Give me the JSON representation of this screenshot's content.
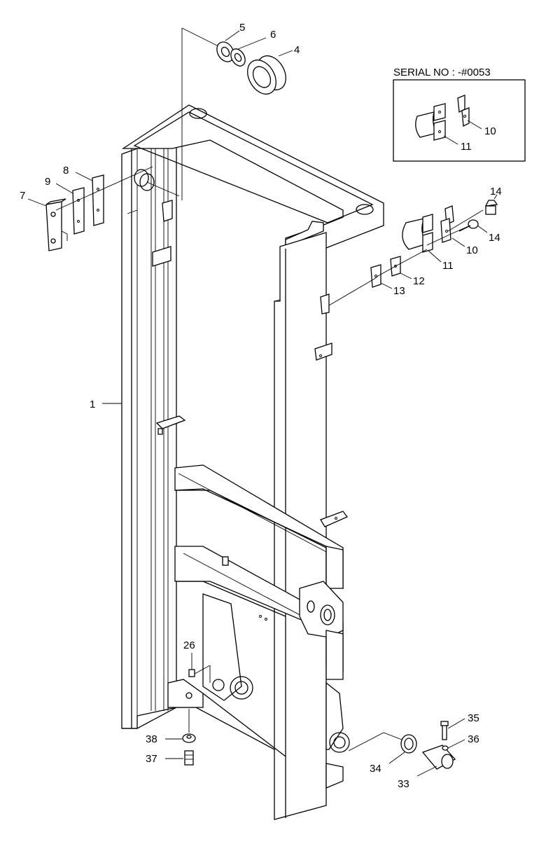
{
  "serial_box": {
    "label": "SERIAL NO : -#0053"
  },
  "callouts": [
    {
      "id": "c1",
      "text": "1"
    },
    {
      "id": "c4",
      "text": "4"
    },
    {
      "id": "c5",
      "text": "5"
    },
    {
      "id": "c6",
      "text": "6"
    },
    {
      "id": "c7",
      "text": "7"
    },
    {
      "id": "c8",
      "text": "8"
    },
    {
      "id": "c9",
      "text": "9"
    },
    {
      "id": "c10a",
      "text": "10"
    },
    {
      "id": "c11a",
      "text": "11"
    },
    {
      "id": "c10b",
      "text": "10"
    },
    {
      "id": "c11b",
      "text": "11"
    },
    {
      "id": "c12",
      "text": "12"
    },
    {
      "id": "c13",
      "text": "13"
    },
    {
      "id": "c14a",
      "text": "14"
    },
    {
      "id": "c14b",
      "text": "14"
    },
    {
      "id": "c26",
      "text": "26"
    },
    {
      "id": "c33",
      "text": "33"
    },
    {
      "id": "c34",
      "text": "34"
    },
    {
      "id": "c35",
      "text": "35"
    },
    {
      "id": "c36",
      "text": "36"
    },
    {
      "id": "c37",
      "text": "37"
    },
    {
      "id": "c38",
      "text": "38"
    }
  ]
}
